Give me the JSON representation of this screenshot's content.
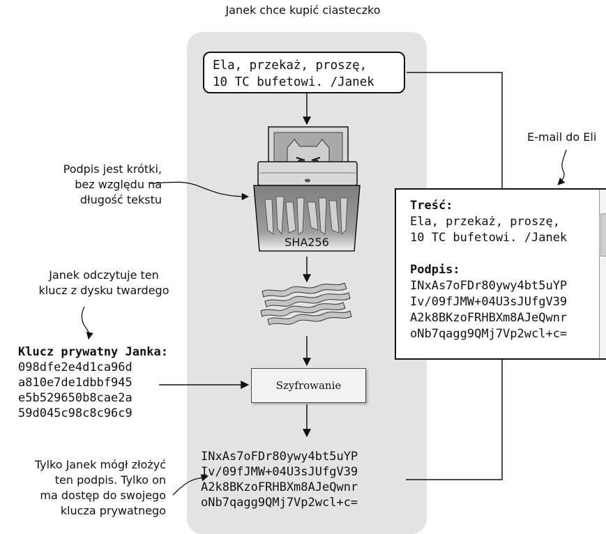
{
  "title": "Janek chce kupić ciasteczko",
  "message": {
    "line1": "Ela, przekaż, proszę,",
    "line2": "10 TC bufetowi. /Janek"
  },
  "shredder_label": "SHA256",
  "encryption_label": "Szyfrowanie",
  "annotations": {
    "short_signature": [
      "Podpis jest krótki,",
      "bez względu na",
      "długość tekstu"
    ],
    "key_from_disk": [
      "Janek odczytuje ten",
      "klucz z dysku twardego"
    ],
    "only_janek": [
      "Tylko Janek mógł złożyć",
      "ten  podpis. Tylko on",
      "ma dostęp do swojego",
      "klucza prywatnego"
    ],
    "email_to_ela": "E-mail do Eli"
  },
  "private_key": {
    "heading": "Klucz prywatny Janka:",
    "lines": [
      "098dfe2e4d1ca96d",
      "a810e7de1dbbf945",
      "e5b529650b8cae2a",
      "59d045c98c8c96c9"
    ]
  },
  "signature": {
    "lines": [
      "INxAs7oFDr80ywy4bt5uYP",
      "Iv/09fJMW+04U3sJUfgV39",
      "A2k8BKzoFRHBXm8AJeQwnr",
      "oNb7qagg9QMj7Vp2wcl+c="
    ]
  },
  "email": {
    "content_heading": "Treść:",
    "content_lines": [
      "Ela, przekaż, proszę,",
      "10 TC bufetowi. /Janek"
    ],
    "signature_heading": "Podpis:",
    "signature_lines": [
      "INxAs7oFDr80ywy4bt5uYP",
      "Iv/09fJMW+04U3sJUfgV39",
      "A2k8BKzoFRHBXm8AJeQwnr",
      "oNb7qagg9QMj7Vp2wcl+c="
    ]
  },
  "colors": {
    "panel": "#e4e4e4",
    "shredder_body": "#9a9a9a",
    "paper": "#c4c4c4",
    "text": "#111111"
  }
}
